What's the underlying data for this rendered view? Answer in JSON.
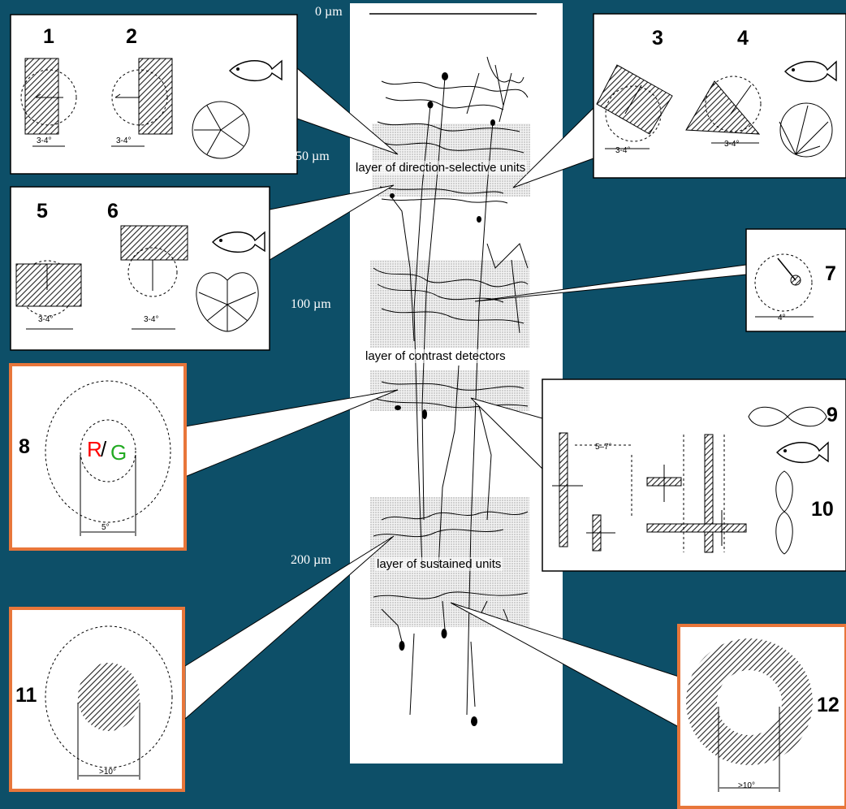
{
  "depths": [
    "0 µm",
    "50 µm",
    "100 µm",
    "200 µm"
  ],
  "layers": {
    "direction": "layer of direction-selective units",
    "contrast": "layer of contrast detectors",
    "sustained": "layer of sustained units"
  },
  "panels": {
    "p1": "1",
    "p2": "2",
    "p3": "3",
    "p4": "4",
    "p5": "5",
    "p6": "6",
    "p7": "7",
    "p8": "8",
    "p9": "9",
    "p10": "10",
    "p11": "11",
    "p12": "12"
  },
  "dims": {
    "d34": "3-4°",
    "d4": "4°",
    "d5": "5°",
    "d57": "5–7°",
    "d10": ">10°"
  },
  "colors_rg": {
    "R": "R",
    "slash": "/",
    "G": "G",
    "r_color": "#ff0000",
    "g_color": "#22aa22"
  },
  "colors": {
    "background": "#0d4f68",
    "panel_border_accent": "#e8763a",
    "panel_bg": "#ffffff"
  }
}
